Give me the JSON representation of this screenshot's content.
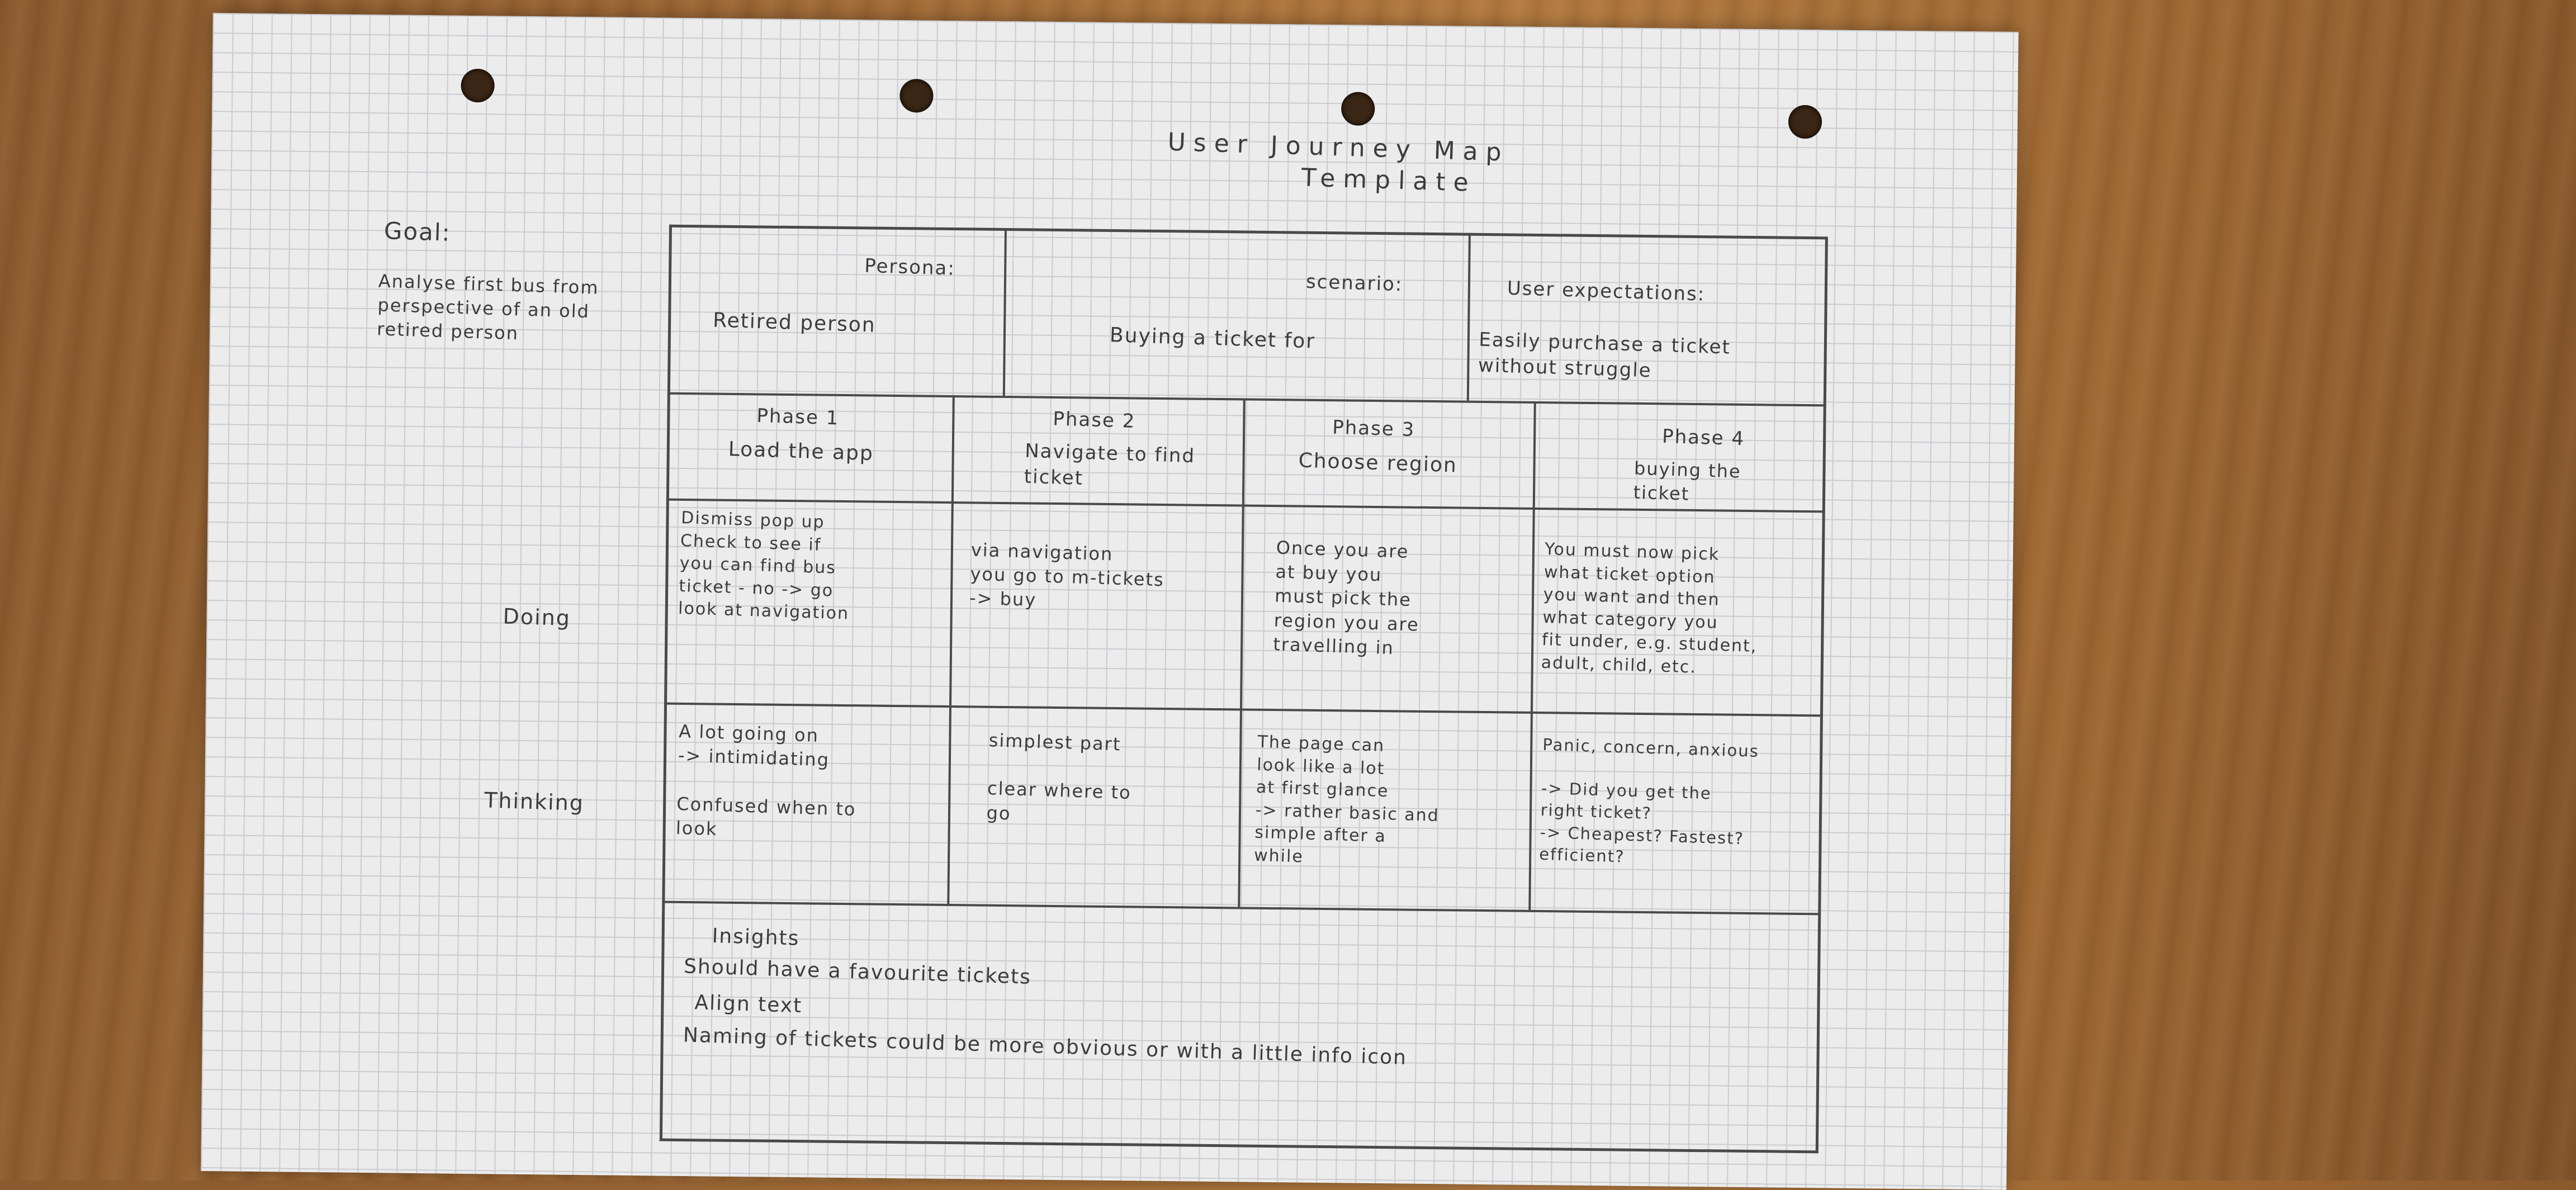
{
  "title_line1": "User Journey Map",
  "title_line2": "Template",
  "goal": {
    "label": "Goal:",
    "text": "Analyse first bus from perspective of an old retired person"
  },
  "top_row": {
    "persona_label": "Persona:",
    "persona_value": "Retired person",
    "scenario_label": "scenario:",
    "scenario_value": "Buying a ticket for",
    "expectations_label": "User expectations:",
    "expectations_value": "Easily purchase a ticket without struggle"
  },
  "phases": [
    {
      "label": "Phase 1",
      "name": "Load the app"
    },
    {
      "label": "Phase 2",
      "name": "Navigate to find ticket"
    },
    {
      "label": "Phase 3",
      "name": "Choose region"
    },
    {
      "label": "Phase 4",
      "name": "buying the ticket"
    }
  ],
  "rows": {
    "doing_label": "Doing",
    "thinking_label": "Thinking",
    "doing": [
      "Dismiss pop up\nCheck to see if\nyou can find bus\nticket - no -> go\nlook at navigation",
      "via navigation\nyou go to m-tickets\n-> buy",
      "Once you are\nat buy you\nmust pick the\nregion you are\ntravelling in",
      "You must now pick\nwhat ticket option\nyou want and then\nwhat category you\nfit under, e.g. student,\nadult, child, etc."
    ],
    "thinking": [
      "A lot going on\n-> intimidating\n\nConfused when to\nlook",
      "simplest part\n\nclear where to\ngo",
      "The page can\nlook like a lot\nat first glance\n-> rather basic and\nsimple after a\nwhile",
      "Panic, concern, anxious\n\n-> Did you get the\nright ticket?\n-> Cheapest? Fastest?\nefficient?"
    ]
  },
  "insights": {
    "label": "Insights",
    "lines": [
      "Should have a favourite tickets",
      "Align text",
      "Naming of tickets could be more obvious or with a little info icon"
    ]
  }
}
